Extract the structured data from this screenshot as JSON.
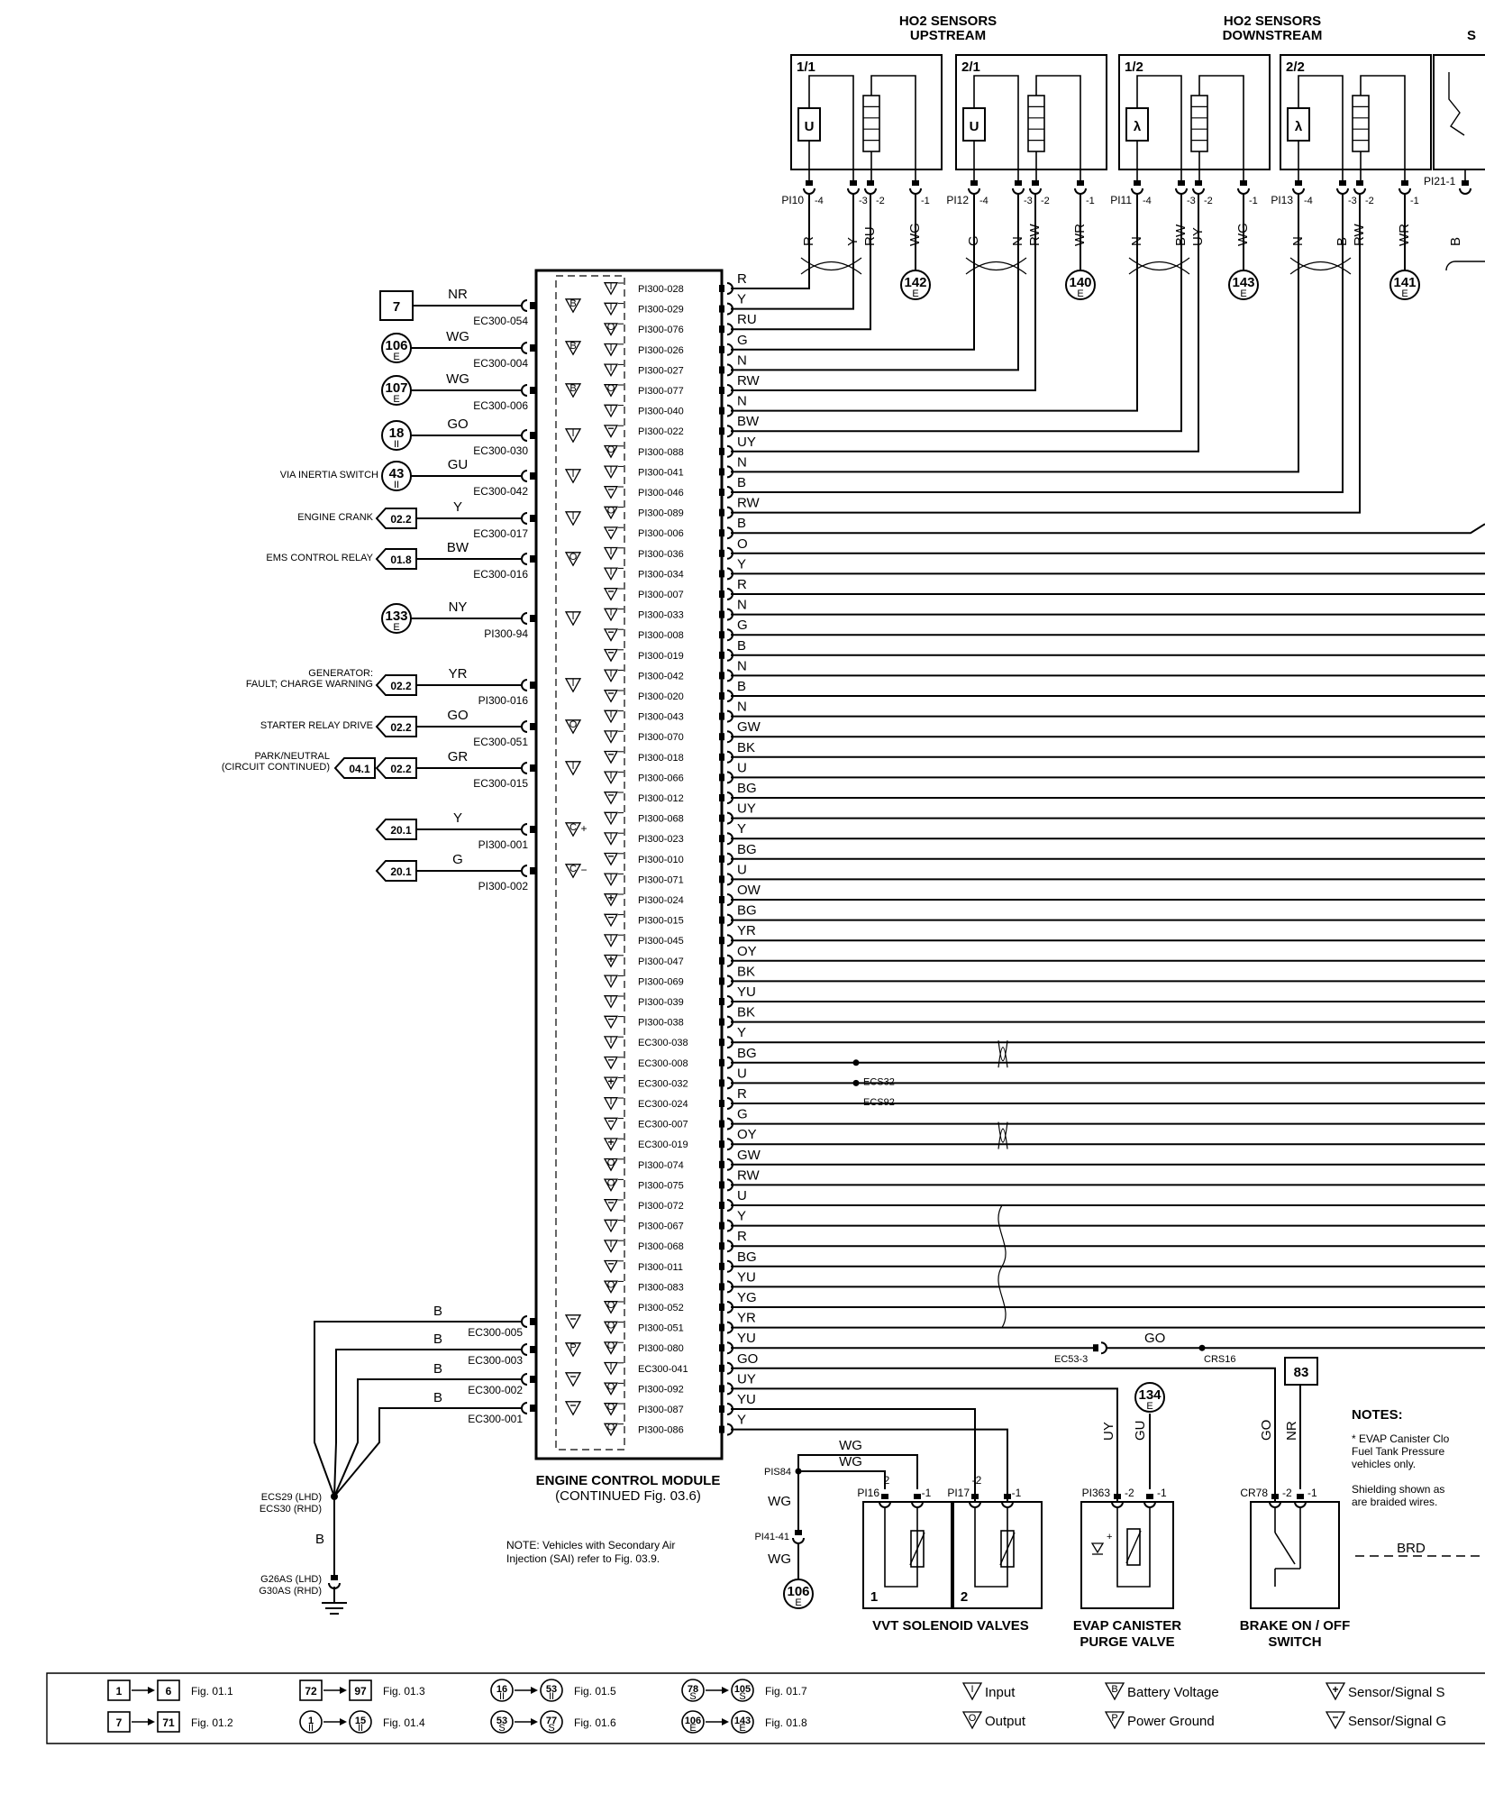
{
  "titles": {
    "ho2_up": [
      "HO2 SENSORS",
      "UPSTREAM"
    ],
    "ho2_down": [
      "HO2 SENSORS",
      "DOWNSTREAM"
    ],
    "ecm": [
      "ENGINE CONTROL MODULE",
      "(CONTINUED Fig. 03.6)"
    ],
    "vvt": "VVT SOLENOID VALVES",
    "evap": [
      "EVAP CANISTER",
      "PURGE VALVE"
    ],
    "brake": [
      "BRAKE ON / OFF",
      "SWITCH"
    ]
  },
  "sensors": [
    {
      "id": "1/1",
      "symbol": "U",
      "pin_label": "PI10",
      "pins": [
        "-4",
        "-3",
        "-2",
        "-1"
      ],
      "wires": [
        "R",
        "Y",
        "RU",
        "WG"
      ],
      "ground_ref": "142",
      "ground_sub": "E"
    },
    {
      "id": "2/1",
      "symbol": "U",
      "pin_label": "PI12",
      "pins": [
        "-4",
        "-3",
        "-2",
        "-1"
      ],
      "wires": [
        "G",
        "N",
        "RW",
        "WR"
      ],
      "ground_ref": "140",
      "ground_sub": "E"
    },
    {
      "id": "1/2",
      "symbol": "λ",
      "pin_label": "PI11",
      "pins": [
        "-4",
        "-3",
        "-2",
        "-1"
      ],
      "wires": [
        "N",
        "BW",
        "UY",
        "WG"
      ],
      "ground_ref": "143",
      "ground_sub": "E"
    },
    {
      "id": "2/2",
      "symbol": "λ",
      "pin_label": "PI13",
      "pins": [
        "-4",
        "-3",
        "-2",
        "-1"
      ],
      "wires": [
        "N",
        "B",
        "RW",
        "WR"
      ],
      "ground_ref": "141",
      "ground_sub": "E"
    }
  ],
  "sensor5": {
    "pin_label": "PI21-1",
    "wire": "B",
    "title_frag": "S"
  },
  "right_pins": [
    {
      "pin": "PI300-028",
      "wire": "R",
      "io": "I"
    },
    {
      "pin": "PI300-029",
      "wire": "Y",
      "io": "I"
    },
    {
      "pin": "PI300-076",
      "wire": "RU",
      "io": "O"
    },
    {
      "pin": "PI300-026",
      "wire": "G",
      "io": "I"
    },
    {
      "pin": "PI300-027",
      "wire": "N",
      "io": "I"
    },
    {
      "pin": "PI300-077",
      "wire": "RW",
      "io": "O"
    },
    {
      "pin": "PI300-040",
      "wire": "N",
      "io": "I"
    },
    {
      "pin": "PI300-022",
      "wire": "BW",
      "io": "SN"
    },
    {
      "pin": "PI300-088",
      "wire": "UY",
      "io": "O"
    },
    {
      "pin": "PI300-041",
      "wire": "N",
      "io": "I"
    },
    {
      "pin": "PI300-046",
      "wire": "B",
      "io": "SN"
    },
    {
      "pin": "PI300-089",
      "wire": "RW",
      "io": "O"
    },
    {
      "pin": "PI300-006",
      "wire": "B",
      "io": "SN"
    },
    {
      "pin": "PI300-036",
      "wire": "O",
      "io": "I"
    },
    {
      "pin": "PI300-034",
      "wire": "Y",
      "io": "I"
    },
    {
      "pin": "PI300-007",
      "wire": "R",
      "io": "SN"
    },
    {
      "pin": "PI300-033",
      "wire": "N",
      "io": "I"
    },
    {
      "pin": "PI300-008",
      "wire": "G",
      "io": "SN"
    },
    {
      "pin": "PI300-019",
      "wire": "B",
      "io": "SN"
    },
    {
      "pin": "PI300-042",
      "wire": "N",
      "io": "I"
    },
    {
      "pin": "PI300-020",
      "wire": "B",
      "io": "SN"
    },
    {
      "pin": "PI300-043",
      "wire": "N",
      "io": "I"
    },
    {
      "pin": "PI300-070",
      "wire": "GW",
      "io": "I"
    },
    {
      "pin": "PI300-018",
      "wire": "BK",
      "io": "SN"
    },
    {
      "pin": "PI300-066",
      "wire": "U",
      "io": "I"
    },
    {
      "pin": "PI300-012",
      "wire": "BG",
      "io": "SN"
    },
    {
      "pin": "PI300-068",
      "wire": "UY",
      "io": "I"
    },
    {
      "pin": "PI300-023",
      "wire": "Y",
      "io": "I"
    },
    {
      "pin": "PI300-010",
      "wire": "BG",
      "io": "SN"
    },
    {
      "pin": "PI300-071",
      "wire": "U",
      "io": "I"
    },
    {
      "pin": "PI300-024",
      "wire": "OW",
      "io": "SP"
    },
    {
      "pin": "PI300-015",
      "wire": "BG",
      "io": "SN"
    },
    {
      "pin": "PI300-045",
      "wire": "YR",
      "io": "I"
    },
    {
      "pin": "PI300-047",
      "wire": "OY",
      "io": "SP"
    },
    {
      "pin": "PI300-069",
      "wire": "BK",
      "io": "I"
    },
    {
      "pin": "PI300-039",
      "wire": "YU",
      "io": "I"
    },
    {
      "pin": "PI300-038",
      "wire": "BK",
      "io": "SN"
    },
    {
      "pin": "EC300-038",
      "wire": "Y",
      "io": "I"
    },
    {
      "pin": "EC300-008",
      "wire": "BG",
      "io": "SN"
    },
    {
      "pin": "EC300-032",
      "wire": "U",
      "io": "SP"
    },
    {
      "pin": "EC300-024",
      "wire": "R",
      "io": "I"
    },
    {
      "pin": "EC300-007",
      "wire": "G",
      "io": "SN"
    },
    {
      "pin": "EC300-019",
      "wire": "OY",
      "io": "SP"
    },
    {
      "pin": "PI300-074",
      "wire": "GW",
      "io": "O"
    },
    {
      "pin": "PI300-075",
      "wire": "RW",
      "io": "O"
    },
    {
      "pin": "PI300-072",
      "wire": "U",
      "io": "SN"
    },
    {
      "pin": "PI300-067",
      "wire": "Y",
      "io": "I"
    },
    {
      "pin": "PI300-068",
      "wire": "R",
      "io": "I"
    },
    {
      "pin": "PI300-011",
      "wire": "BG",
      "io": "SN"
    },
    {
      "pin": "PI300-083",
      "wire": "YU",
      "io": "O"
    },
    {
      "pin": "PI300-052",
      "wire": "YG",
      "io": "O"
    },
    {
      "pin": "PI300-051",
      "wire": "YR",
      "io": "O"
    },
    {
      "pin": "PI300-080",
      "wire": "YU",
      "io": "O"
    },
    {
      "pin": "EC300-041",
      "wire": "GO",
      "io": "I"
    },
    {
      "pin": "PI300-092",
      "wire": "UY",
      "io": "O"
    },
    {
      "pin": "PI300-087",
      "wire": "YU",
      "io": "O"
    },
    {
      "pin": "PI300-086",
      "wire": "Y",
      "io": "O"
    }
  ],
  "left_connections": [
    {
      "ref": "7",
      "ref_shape": "box",
      "wire": "NR",
      "pin": "EC300-054",
      "sym": "B",
      "desc": []
    },
    {
      "ref": "106",
      "ref_sub": "E",
      "ref_shape": "circle",
      "wire": "WG",
      "pin": "EC300-004",
      "sym": "B",
      "desc": []
    },
    {
      "ref": "107",
      "ref_sub": "E",
      "ref_shape": "circle",
      "wire": "WG",
      "pin": "EC300-006",
      "sym": "B",
      "desc": []
    },
    {
      "ref": "18",
      "ref_sub": "II",
      "ref_shape": "circle",
      "wire": "GO",
      "pin": "EC300-030",
      "sym": "I",
      "desc": []
    },
    {
      "ref": "43",
      "ref_sub": "II",
      "ref_shape": "circle",
      "wire": "GU",
      "pin": "EC300-042",
      "sym": "I",
      "desc": [
        "VIA INERTIA SWITCH"
      ]
    },
    {
      "ref": "02.2",
      "ref_shape": "arrow",
      "wire": "Y",
      "pin": "EC300-017",
      "sym": "I",
      "desc": [
        "ENGINE CRANK"
      ]
    },
    {
      "ref": "01.8",
      "ref_shape": "arrow",
      "wire": "BW",
      "pin": "EC300-016",
      "sym": "O",
      "desc": [
        "EMS CONTROL RELAY"
      ]
    },
    {
      "ref": "133",
      "ref_sub": "E",
      "ref_shape": "circle",
      "wire": "NY",
      "pin": "PI300-94",
      "sym": "I",
      "desc": []
    },
    {
      "ref": "02.2",
      "ref_shape": "arrow",
      "wire": "YR",
      "pin": "PI300-016",
      "sym": "I",
      "desc": [
        "GENERATOR:",
        "FAULT; CHARGE WARNING"
      ]
    },
    {
      "ref": "02.2",
      "ref_shape": "arrow",
      "wire": "GO",
      "pin": "EC300-051",
      "sym": "O",
      "desc": [
        "STARTER RELAY DRIVE"
      ]
    },
    {
      "ref": "02.2",
      "ref_shape": "arrow",
      "ref2": "04.1",
      "wire": "GR",
      "pin": "EC300-015",
      "sym": "I",
      "desc": [
        "PARK/NEUTRAL",
        "(CIRCUIT CONTINUED)"
      ]
    },
    {
      "ref": "20.1",
      "ref_shape": "arrow",
      "wire": "Y",
      "pin": "PI300-001",
      "sym": "C+",
      "desc": []
    },
    {
      "ref": "20.1",
      "ref_shape": "arrow",
      "wire": "G",
      "pin": "PI300-002",
      "sym": "C-",
      "desc": []
    }
  ],
  "ground_pins": [
    {
      "wire": "B",
      "pin": "EC300-005"
    },
    {
      "wire": "B",
      "pin": "EC300-003"
    },
    {
      "wire": "B",
      "pin": "EC300-002"
    },
    {
      "wire": "B",
      "pin": "EC300-001"
    }
  ],
  "ground": {
    "splice": [
      "ECS29 (LHD)",
      "ECS30 (RHD)"
    ],
    "wire": "B",
    "point": [
      "G26AS (LHD)",
      "G30AS (RHD)"
    ]
  },
  "splices": {
    "ecs32": "ECS32",
    "ecs92": "ECS92",
    "ecs3": "EC53-3",
    "crs16": "CRS16",
    "go_wire": "GO"
  },
  "vvt": {
    "splice": "PIS84",
    "conn": "PI41-41",
    "wire_wg": "WG",
    "ref": "106",
    "ref_sub": "E",
    "valves": [
      {
        "num": "1",
        "conn": "PI16",
        "pins": [
          "2",
          "-1"
        ]
      },
      {
        "num": "2",
        "conn": "PI17",
        "pins": [
          "-2",
          "-1"
        ]
      }
    ]
  },
  "evap": {
    "conn": "PI363",
    "pins": [
      "-2",
      "-1"
    ],
    "wires": [
      "UY",
      "GU"
    ],
    "ref": "134",
    "ref_sub": "E"
  },
  "brake": {
    "conn": "CR78",
    "pins": [
      "-2",
      "-1"
    ],
    "wires": [
      "GO",
      "NR"
    ],
    "ref": "83"
  },
  "note_sai": [
    "NOTE:  Vehicles with Secondary Air",
    "Injection (SAI) refer to Fig. 03.9."
  ],
  "notes": {
    "heading": "NOTES:",
    "lines": [
      "* EVAP Canister Clo",
      "Fuel Tank Pressure",
      "vehicles only.",
      "",
      "Shielding shown as",
      "are braided wires."
    ],
    "brd": "BRD"
  },
  "legend": {
    "fig_refs": [
      {
        "from": "1",
        "to": "6",
        "fig": "Fig. 01.1",
        "shape": "box"
      },
      {
        "from": "7",
        "to": "71",
        "fig": "Fig. 01.2",
        "shape": "box"
      },
      {
        "from": "72",
        "to": "97",
        "fig": "Fig. 01.3",
        "shape": "box"
      },
      {
        "from": "1",
        "to": "15",
        "fig": "Fig. 01.4",
        "shape": "circle",
        "sub": "II"
      },
      {
        "from": "16",
        "to": "53",
        "fig": "Fig. 01.5",
        "shape": "circle",
        "sub": "II"
      },
      {
        "from": "53",
        "to": "77",
        "fig": "Fig. 01.6",
        "shape": "circle",
        "sub": "S"
      },
      {
        "from": "78",
        "to": "105",
        "fig": "Fig. 01.7",
        "shape": "circle",
        "sub": "S"
      },
      {
        "from": "106",
        "to": "143",
        "fig": "Fig. 01.8",
        "shape": "circle",
        "sub": "E"
      }
    ],
    "symbols": [
      {
        "sym": "I",
        "label": "Input"
      },
      {
        "sym": "O",
        "label": "Output"
      },
      {
        "sym": "B",
        "label": "Battery Voltage"
      },
      {
        "sym": "P",
        "label": "Power Ground"
      },
      {
        "sym": "+",
        "label": "Sensor/Signal S"
      },
      {
        "sym": "-",
        "label": "Sensor/Signal G"
      }
    ]
  }
}
